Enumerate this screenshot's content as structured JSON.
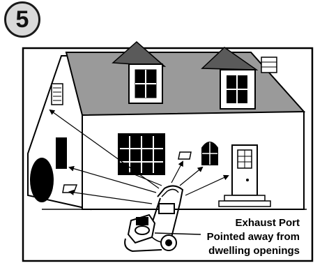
{
  "step": {
    "number": "5"
  },
  "labels": {
    "exhaust_port": "Exhaust Port",
    "pointed_away_line1": "Pointed away from",
    "pointed_away_line2": "dwelling openings"
  },
  "colors": {
    "roof": "#9a9a9a",
    "badge_fill": "#d9d9d9",
    "line": "#000000",
    "background": "#ffffff"
  },
  "icons": [
    "house-illustration",
    "pressure-washer-icon",
    "arrow-icon"
  ]
}
